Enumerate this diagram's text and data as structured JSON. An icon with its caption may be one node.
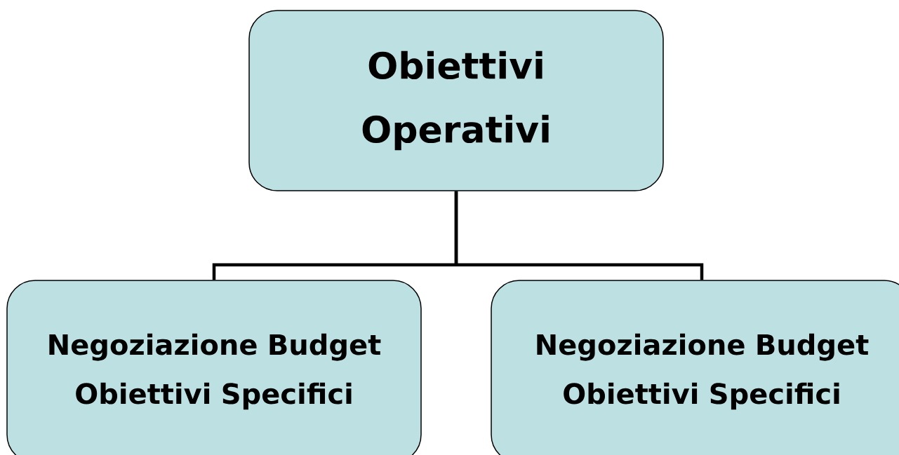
{
  "diagram": {
    "nodes": [
      {
        "text": [
          "Obiettivi Operativi"
        ]
      },
      {
        "text": [
          "Negoziazione Budget",
          "Obiettivi Specifici"
        ]
      },
      {
        "text": [
          "Negoziazione Budget",
          "Obiettivi Specifici"
        ]
      }
    ],
    "edges": [
      {
        "from": 0,
        "to": 1,
        "arrow": "none"
      },
      {
        "from": 0,
        "to": 2,
        "arrow": "none"
      }
    ]
  }
}
